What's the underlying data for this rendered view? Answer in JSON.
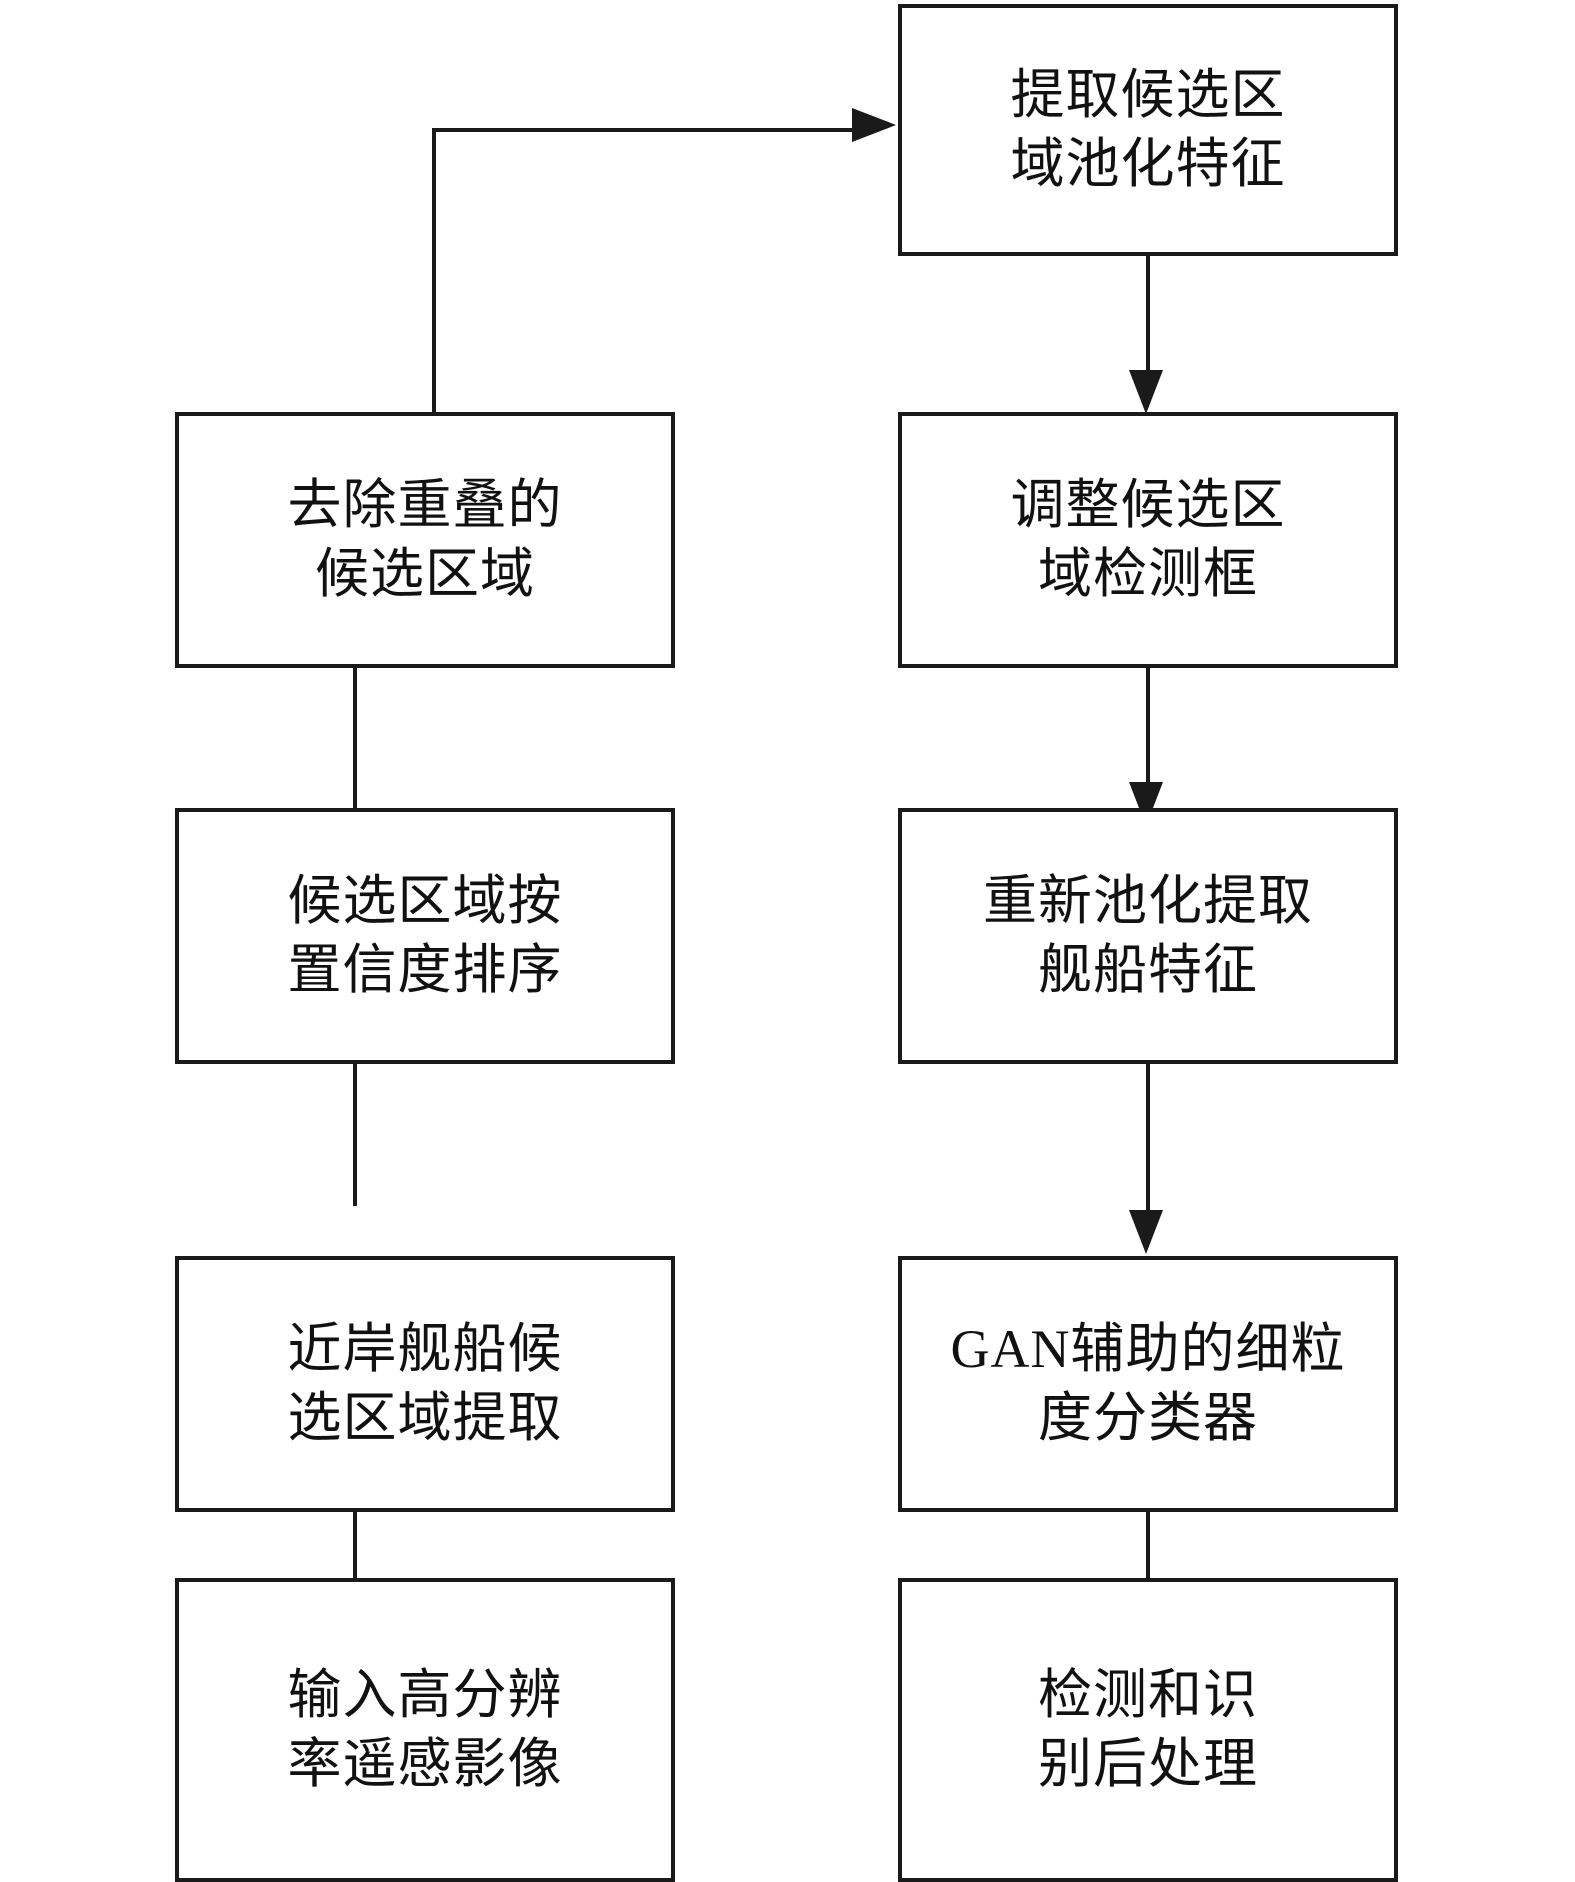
{
  "diagram": {
    "title": "",
    "type": "flowchart",
    "orientation": "two-column-vertical",
    "colors": {
      "stroke": "#1a1a1a",
      "fill": "#ffffff",
      "text": "#111111"
    },
    "nodes": [
      {
        "id": "extract-pooled-features",
        "label": "提取候选区\n域池化特征",
        "column": "right",
        "row": 1
      },
      {
        "id": "remove-overlapping-regions",
        "label": "去除重叠的\n候选区域",
        "column": "left",
        "row": 2
      },
      {
        "id": "adjust-detection-box",
        "label": "调整候选区\n域检测框",
        "column": "right",
        "row": 2
      },
      {
        "id": "sort-by-confidence",
        "label": "候选区域按\n置信度排序",
        "column": "left",
        "row": 3
      },
      {
        "id": "repool-ship-features",
        "label": "重新池化提取\n舰船特征",
        "column": "right",
        "row": 3
      },
      {
        "id": "inshore-ship-proposal",
        "label": "近岸舰船候\n选区域提取",
        "column": "left",
        "row": 4
      },
      {
        "id": "gan-fine-grained-classifier",
        "label": "GAN辅助的细粒\n度分类器",
        "column": "right",
        "row": 4
      },
      {
        "id": "input-high-res-image",
        "label": "输入高分辨\n率遥感影像",
        "column": "left",
        "row": 5
      },
      {
        "id": "detect-recognize-postprocess",
        "label": "检测和识\n别后处理",
        "column": "right",
        "row": 5
      }
    ],
    "edges": [
      {
        "id": "e1",
        "from": "input-high-res-image",
        "to": "inshore-ship-proposal",
        "direction": "up"
      },
      {
        "id": "e2",
        "from": "inshore-ship-proposal",
        "to": "sort-by-confidence",
        "direction": "up"
      },
      {
        "id": "e3",
        "from": "sort-by-confidence",
        "to": "remove-overlapping-regions",
        "direction": "up"
      },
      {
        "id": "e4",
        "from": "remove-overlapping-regions",
        "to": "extract-pooled-features",
        "direction": "up-then-right"
      },
      {
        "id": "e5",
        "from": "extract-pooled-features",
        "to": "adjust-detection-box",
        "direction": "down"
      },
      {
        "id": "e6",
        "from": "adjust-detection-box",
        "to": "repool-ship-features",
        "direction": "down"
      },
      {
        "id": "e7",
        "from": "repool-ship-features",
        "to": "gan-fine-grained-classifier",
        "direction": "down"
      },
      {
        "id": "e8",
        "from": "gan-fine-grained-classifier",
        "to": "detect-recognize-postprocess",
        "direction": "down"
      }
    ]
  }
}
